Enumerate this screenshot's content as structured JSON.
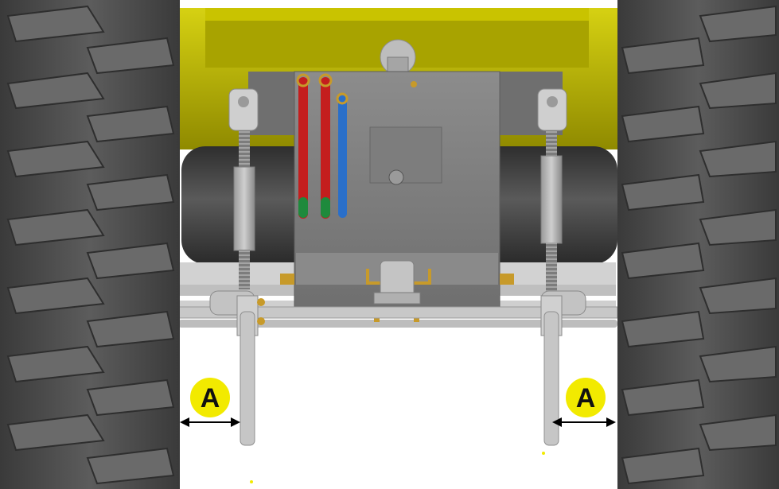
{
  "callouts": [
    {
      "label": "A",
      "side": "left"
    },
    {
      "label": "A",
      "side": "right"
    }
  ],
  "colors": {
    "tire": "#4a4a4a",
    "tire_tread": "#6e6e6e",
    "body_yellow": "#b5b000",
    "body_yellow_light": "#d9d21a",
    "steel_gray": "#8a8a8a",
    "dark_drum": "#3c3c3c",
    "hose_red": "#c41e1e",
    "hose_green": "#1e8a3c",
    "hose_blue": "#2a6fc9",
    "brass": "#c79a2a",
    "callout_fill": "#f2ea00",
    "callout_stroke": "#ffffff"
  }
}
